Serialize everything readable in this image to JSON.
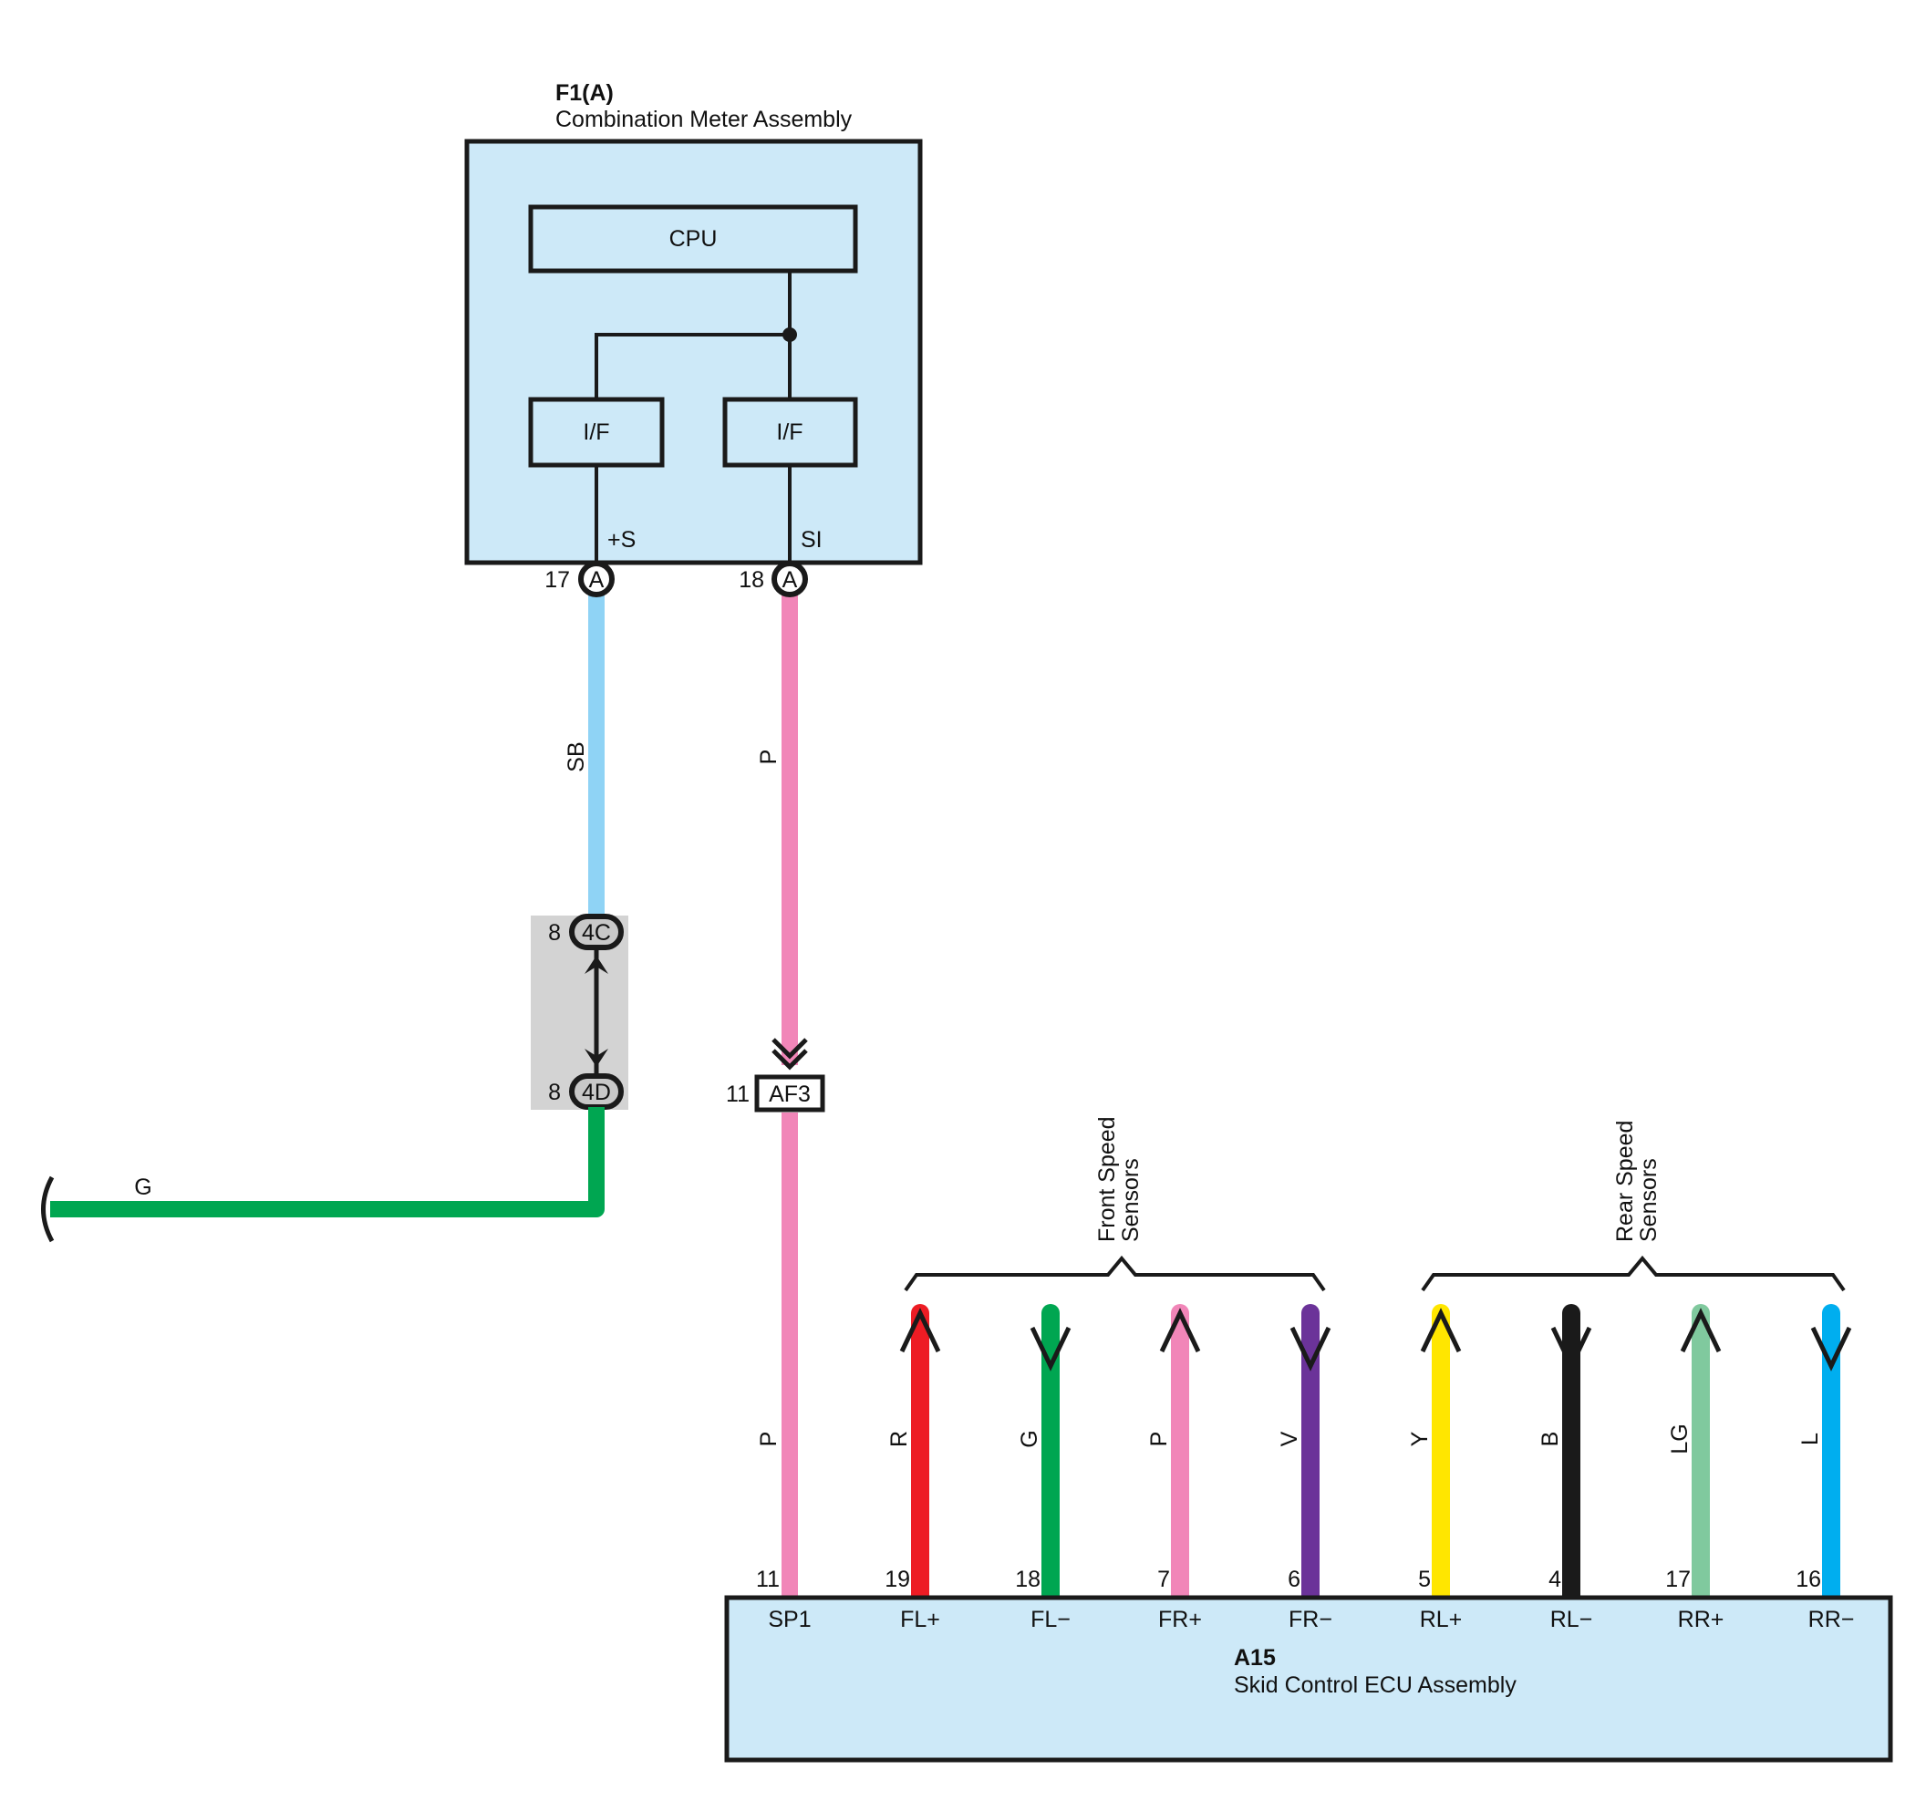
{
  "meter": {
    "id": "F1(A)",
    "name": "Combination Meter Assembly",
    "cpu": "CPU",
    "if_left": "I/F",
    "if_right": "I/F",
    "pin_plus_s": "+S",
    "pin_si": "SI",
    "conn_17_num": "17",
    "conn_17_letter": "A",
    "conn_18_num": "18",
    "conn_18_letter": "A"
  },
  "wires": {
    "sb": "SB",
    "p_upper": "P",
    "p_lower": "P",
    "g": "G"
  },
  "junction": {
    "top_num": "8",
    "top_label": "4C",
    "bottom_num": "8",
    "bottom_label": "4D"
  },
  "af3": {
    "num": "11",
    "label": "AF3"
  },
  "groups": {
    "front": [
      "Front Speed",
      "Sensors"
    ],
    "rear": [
      "Rear Speed",
      "Sensors"
    ]
  },
  "ecu": {
    "id": "A15",
    "name": "Skid Control ECU Assembly",
    "sp1_pin": "11",
    "sp1_label": "SP1",
    "sensors": [
      {
        "pin": "19",
        "label": "FL+",
        "color_code": "R",
        "color": "#ed1c24",
        "dir": "up"
      },
      {
        "pin": "18",
        "label": "FL−",
        "color_code": "G",
        "color": "#00a651",
        "dir": "down"
      },
      {
        "pin": "7",
        "label": "FR+",
        "color_code": "P",
        "color": "#f186b8",
        "dir": "up"
      },
      {
        "pin": "6",
        "label": "FR−",
        "color_code": "V",
        "color": "#6b3399",
        "dir": "down"
      },
      {
        "pin": "5",
        "label": "RL+",
        "color_code": "Y",
        "color": "#ffe600",
        "dir": "up"
      },
      {
        "pin": "4",
        "label": "RL−",
        "color_code": "B",
        "color": "#1a1a1a",
        "dir": "down"
      },
      {
        "pin": "17",
        "label": "RR+",
        "color_code": "LG",
        "color": "#80c99e",
        "dir": "up"
      },
      {
        "pin": "16",
        "label": "RR−",
        "color_code": "L",
        "color": "#00aeef",
        "dir": "down"
      }
    ]
  },
  "colors": {
    "box_fill": "#cde9f8",
    "sb": "#8fd3f5",
    "p": "#f186b8",
    "g": "#00a651",
    "junction_bg": "#d3d3d3",
    "connector_fill": "#c8c8c8"
  }
}
